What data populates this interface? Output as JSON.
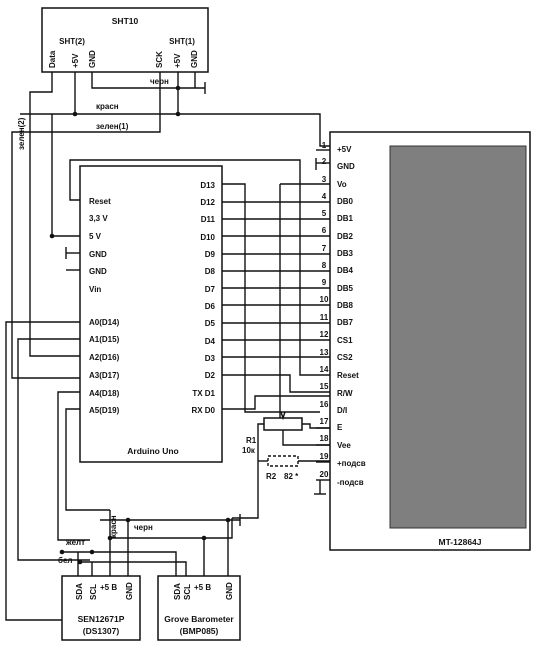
{
  "sht10": {
    "title": "SHT10",
    "pins": [
      {
        "label": "SHT(2)"
      },
      {
        "label": "Data"
      },
      {
        "label": "+5V"
      },
      {
        "label": "GND"
      },
      {
        "label": "SCK"
      },
      {
        "label": "SHT(1)"
      },
      {
        "label": "+5V"
      },
      {
        "label": "GND"
      }
    ]
  },
  "wires": {
    "cherny_top": "черн",
    "krasn_top": "красн",
    "zelen1": "зелен(1)",
    "zelen2": "зелен(2)",
    "cherny_bottom": "черн",
    "krasn_bottom": "красн",
    "zhelt": "желт",
    "bel": "бел"
  },
  "arduino": {
    "title": "Arduino Uno",
    "left_pins": [
      "Reset",
      "3,3 V",
      "5 V",
      "GND",
      "GND",
      "Vin",
      "A0(D14)",
      "A1(D15)",
      "A2(D16)",
      "A3(D17)",
      "A4(D18)",
      "A5(D19)"
    ],
    "right_pins": [
      "D13",
      "D12",
      "D11",
      "D10",
      "D9",
      "D8",
      "D7",
      "D6",
      "D5",
      "D4",
      "D3",
      "D2",
      "TX  D1",
      "RX  D0"
    ]
  },
  "lcd": {
    "title": "MT-12864J",
    "pins": [
      {
        "num": "1",
        "label": "+5V"
      },
      {
        "num": "2",
        "label": "GND"
      },
      {
        "num": "3",
        "label": "Vo"
      },
      {
        "num": "4",
        "label": "DB0"
      },
      {
        "num": "5",
        "label": "DB1"
      },
      {
        "num": "6",
        "label": "DB2"
      },
      {
        "num": "7",
        "label": "DB3"
      },
      {
        "num": "8",
        "label": "DB4"
      },
      {
        "num": "9",
        "label": "DB5"
      },
      {
        "num": "10",
        "label": "DB8"
      },
      {
        "num": "11",
        "label": "DB7"
      },
      {
        "num": "12",
        "label": "CS1"
      },
      {
        "num": "13",
        "label": "CS2"
      },
      {
        "num": "14",
        "label": "Reset"
      },
      {
        "num": "15",
        "label": "R/W"
      },
      {
        "num": "16",
        "label": "D/I"
      },
      {
        "num": "17",
        "label": "E"
      },
      {
        "num": "18",
        "label": "Vee"
      },
      {
        "num": "19",
        "label": "+подсв"
      },
      {
        "num": "20",
        "label": "-подсв"
      }
    ]
  },
  "r1": {
    "name": "R1",
    "value": "10к"
  },
  "r2": {
    "name": "R2",
    "value": "82 *"
  },
  "rtc": {
    "pins": [
      "SDA",
      "SCL",
      "+5 В",
      "GND"
    ],
    "name": "SEN12671P",
    "chip": "(DS1307)"
  },
  "baro": {
    "pins": [
      "SDA",
      "SCL",
      "+5 В",
      "GND"
    ],
    "name": "Grove Barometer",
    "chip": "(BMP085)"
  },
  "colors": {
    "line": "#111111",
    "screen": "#7f7f7f",
    "background": "#ffffff"
  }
}
